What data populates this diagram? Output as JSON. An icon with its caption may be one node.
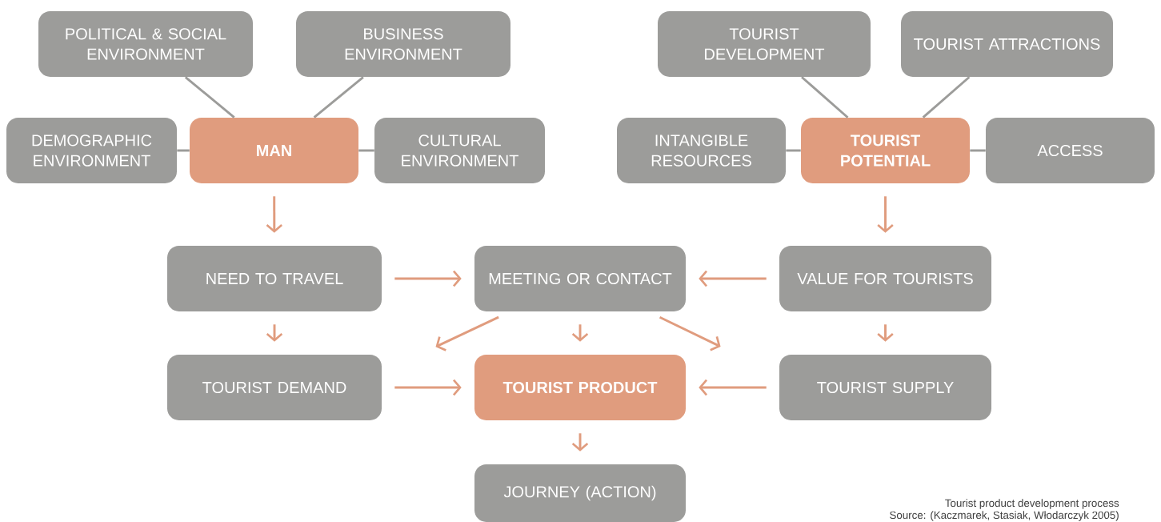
{
  "diagram": {
    "caption": "Tourist product development process",
    "nodes": [
      {
        "text": [
          "POLITICAL & SOCIAL ENVIRONMENT"
        ]
      },
      {
        "text": [
          "BUSINESS ENVIRONMENT"
        ]
      },
      {
        "text": [
          "TOURIST DEVELOPMENT"
        ]
      },
      {
        "text": [
          "TOURIST ATTRACTIONS"
        ]
      },
      {
        "text": [
          "DEMOGRAPHIC ENVIRONMENT"
        ]
      },
      {
        "text": [
          "MAN"
        ]
      },
      {
        "text": [
          "CULTURAL ENVIRONMENT"
        ]
      },
      {
        "text": [
          "INTANGIBLE RESOURCES"
        ]
      },
      {
        "text": [
          "TOURIST POTENTIAL"
        ]
      },
      {
        "text": [
          "ACCESS"
        ]
      },
      {
        "text": [
          "NEED TO TRAVEL"
        ]
      },
      {
        "text": [
          "MEETING OR CONTACT"
        ]
      },
      {
        "text": [
          "VALUE FOR TOURISTS"
        ]
      },
      {
        "text": [
          "TOURIST DEMAND"
        ]
      },
      {
        "text": [
          "TOURIST PRODUCT"
        ]
      },
      {
        "text": [
          "TOURIST SUPPLY"
        ]
      },
      {
        "text": [
          "JOURNEY (ACTION)"
        ]
      }
    ],
    "edges": [
      {
        "from": 0,
        "to": 5,
        "arrow": "none",
        "color": "#9c9c9a"
      },
      {
        "from": 1,
        "to": 5,
        "arrow": "none",
        "color": "#9c9c9a"
      },
      {
        "from": 2,
        "to": 8,
        "arrow": "none",
        "color": "#9c9c9a"
      },
      {
        "from": 3,
        "to": 8,
        "arrow": "none",
        "color": "#9c9c9a"
      },
      {
        "from": 4,
        "to": 5,
        "arrow": "none",
        "color": "#9c9c9a"
      },
      {
        "from": 5,
        "to": 6,
        "arrow": "none",
        "color": "#9c9c9a"
      },
      {
        "from": 7,
        "to": 8,
        "arrow": "none",
        "color": "#9c9c9a"
      },
      {
        "from": 8,
        "to": 9,
        "arrow": "none",
        "color": "#9c9c9a"
      },
      {
        "from": 5,
        "to": 10,
        "arrow": "to"
      },
      {
        "from": 8,
        "to": 12,
        "arrow": "to"
      },
      {
        "from": 10,
        "to": 11,
        "arrow": "to"
      },
      {
        "from": 12,
        "to": 11,
        "arrow": "to"
      },
      {
        "from": 10,
        "to": 13,
        "arrow": "to"
      },
      {
        "from": 12,
        "to": 15,
        "arrow": "to"
      },
      {
        "from": 11,
        "to": null,
        "arrow": "to"
      },
      {
        "from": 11,
        "to": 14,
        "arrow": "to"
      },
      {
        "from": 11,
        "to": null,
        "arrow": "to"
      },
      {
        "from": 13,
        "to": 14,
        "arrow": "to"
      },
      {
        "from": 15,
        "to": 14,
        "arrow": "to"
      },
      {
        "from": 14,
        "to": 16,
        "arrow": "to"
      }
    ],
    "labels": [
      "Source: (Kaczmarek, Stasiak, Włodarczyk 2005)"
    ]
  }
}
